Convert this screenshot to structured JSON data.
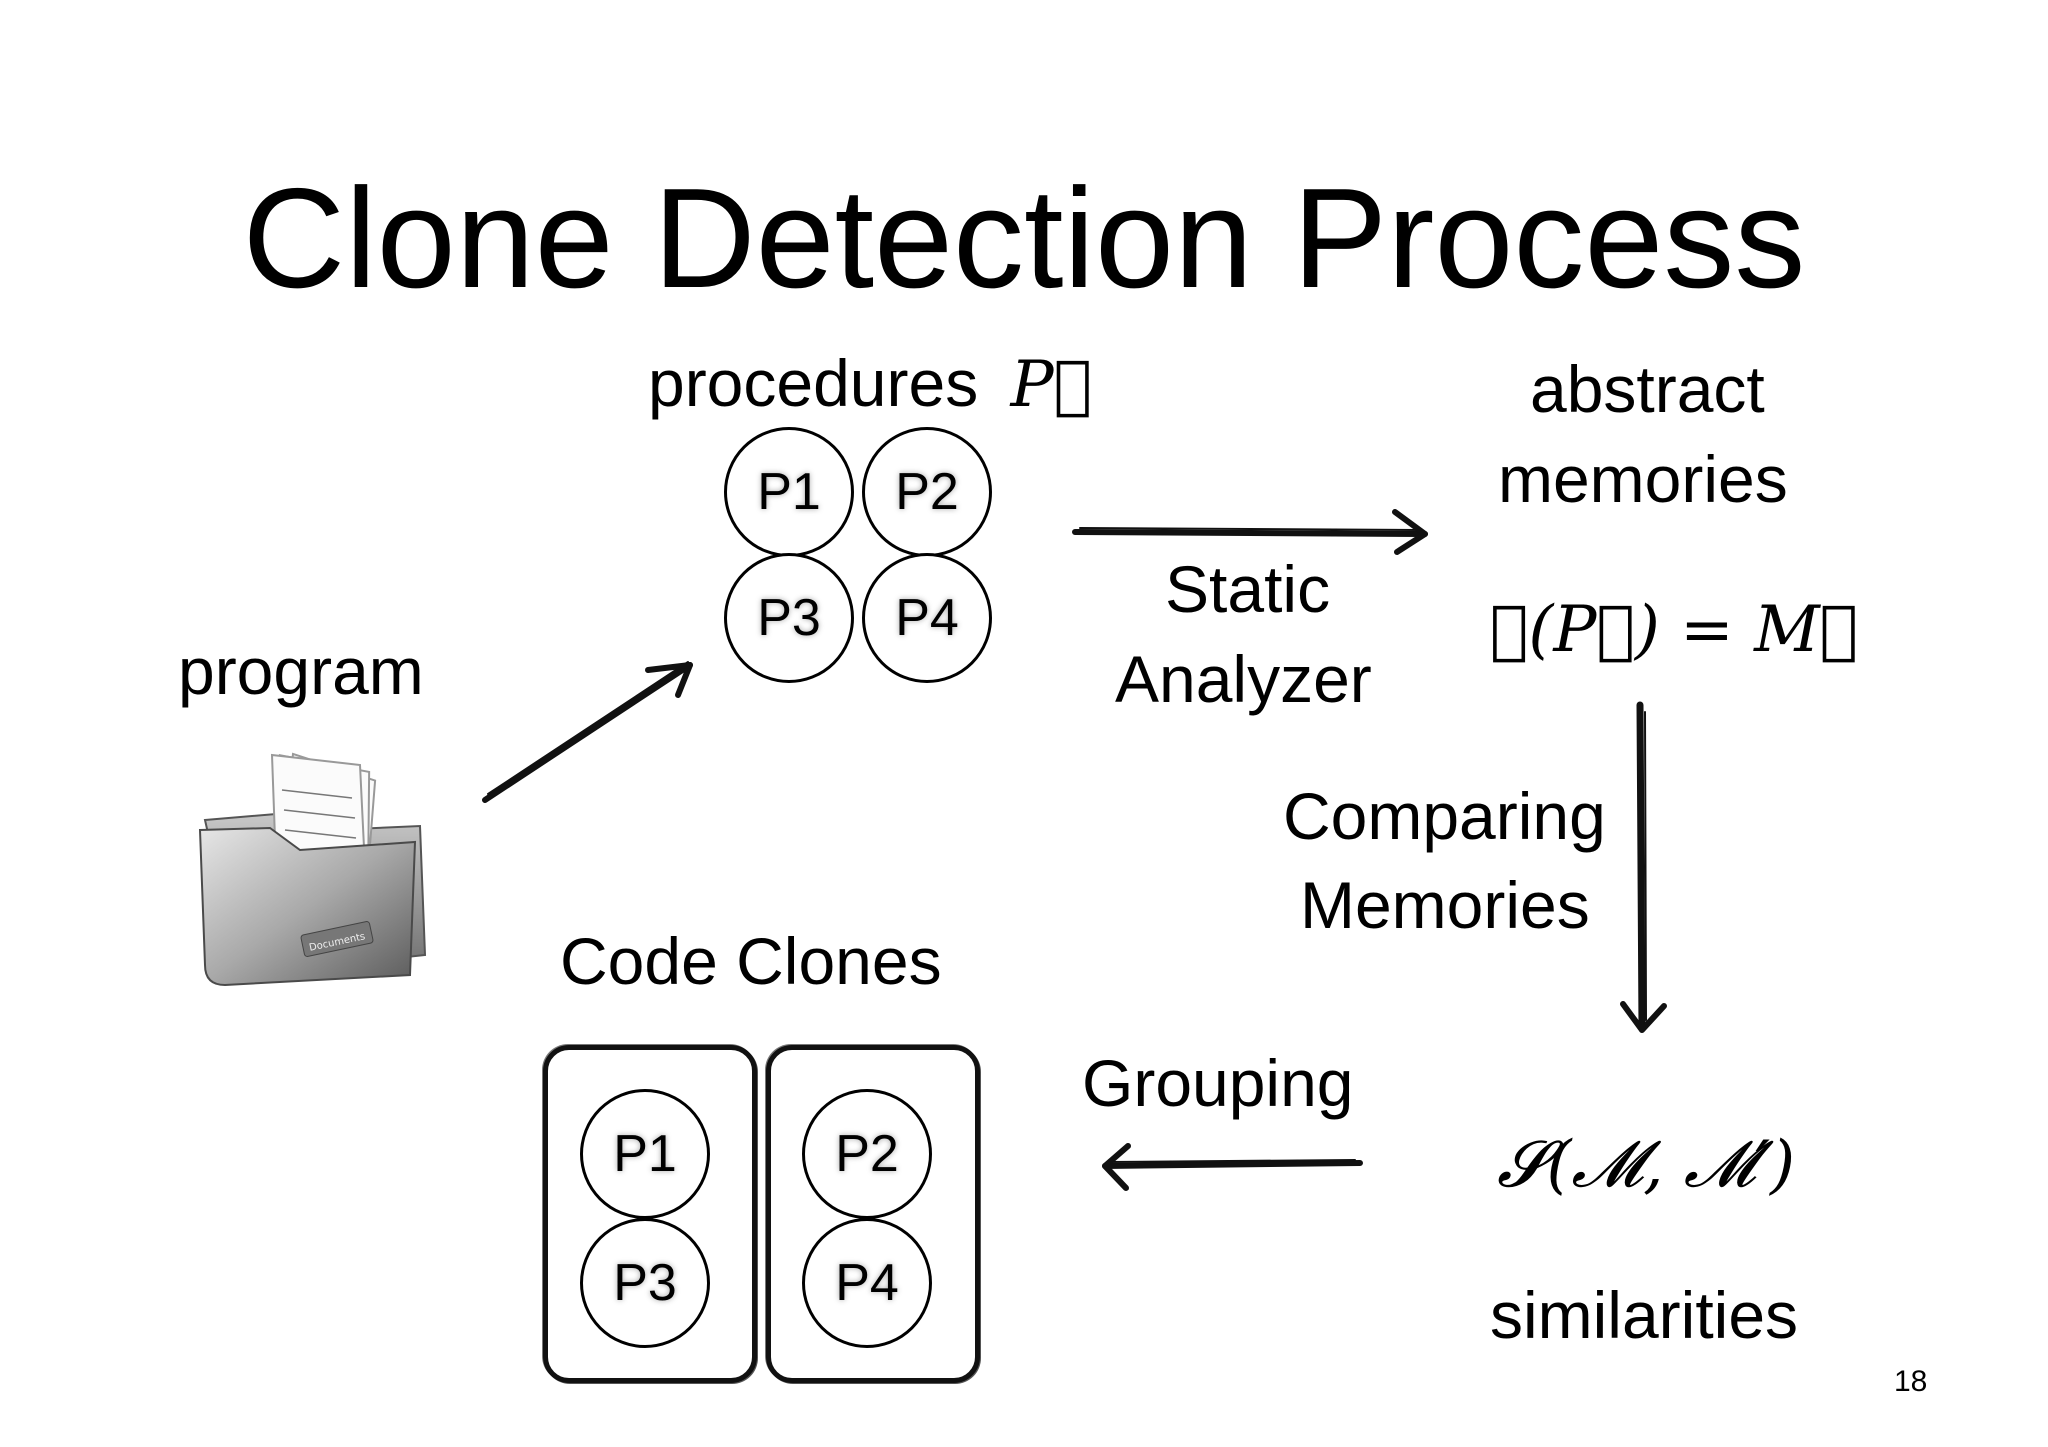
{
  "slide": {
    "title": "Clone Detection Process",
    "page_number": "18"
  },
  "program": {
    "label": "program",
    "icon": "documents-folder-icon",
    "folder_tag": "Documents"
  },
  "procedures": {
    "label": "procedures",
    "symbol": "P⃗",
    "items": [
      "P1",
      "P2",
      "P3",
      "P4"
    ]
  },
  "static_analyzer": {
    "line1": "Static",
    "line2": "Analyzer"
  },
  "abstract_memories": {
    "line1": "abstract",
    "line2": "memories",
    "formula": "𝓕(P⃗) = M⃗"
  },
  "comparing": {
    "line1": "Comparing",
    "line2": "Memories"
  },
  "similarities": {
    "formula": "𝓢(𝓜, 𝓜′)",
    "label": "similarities"
  },
  "grouping": {
    "label": "Grouping"
  },
  "code_clones": {
    "label": "Code Clones",
    "groups": [
      {
        "items": [
          "P1",
          "P3"
        ]
      },
      {
        "items": [
          "P2",
          "P4"
        ]
      }
    ]
  }
}
